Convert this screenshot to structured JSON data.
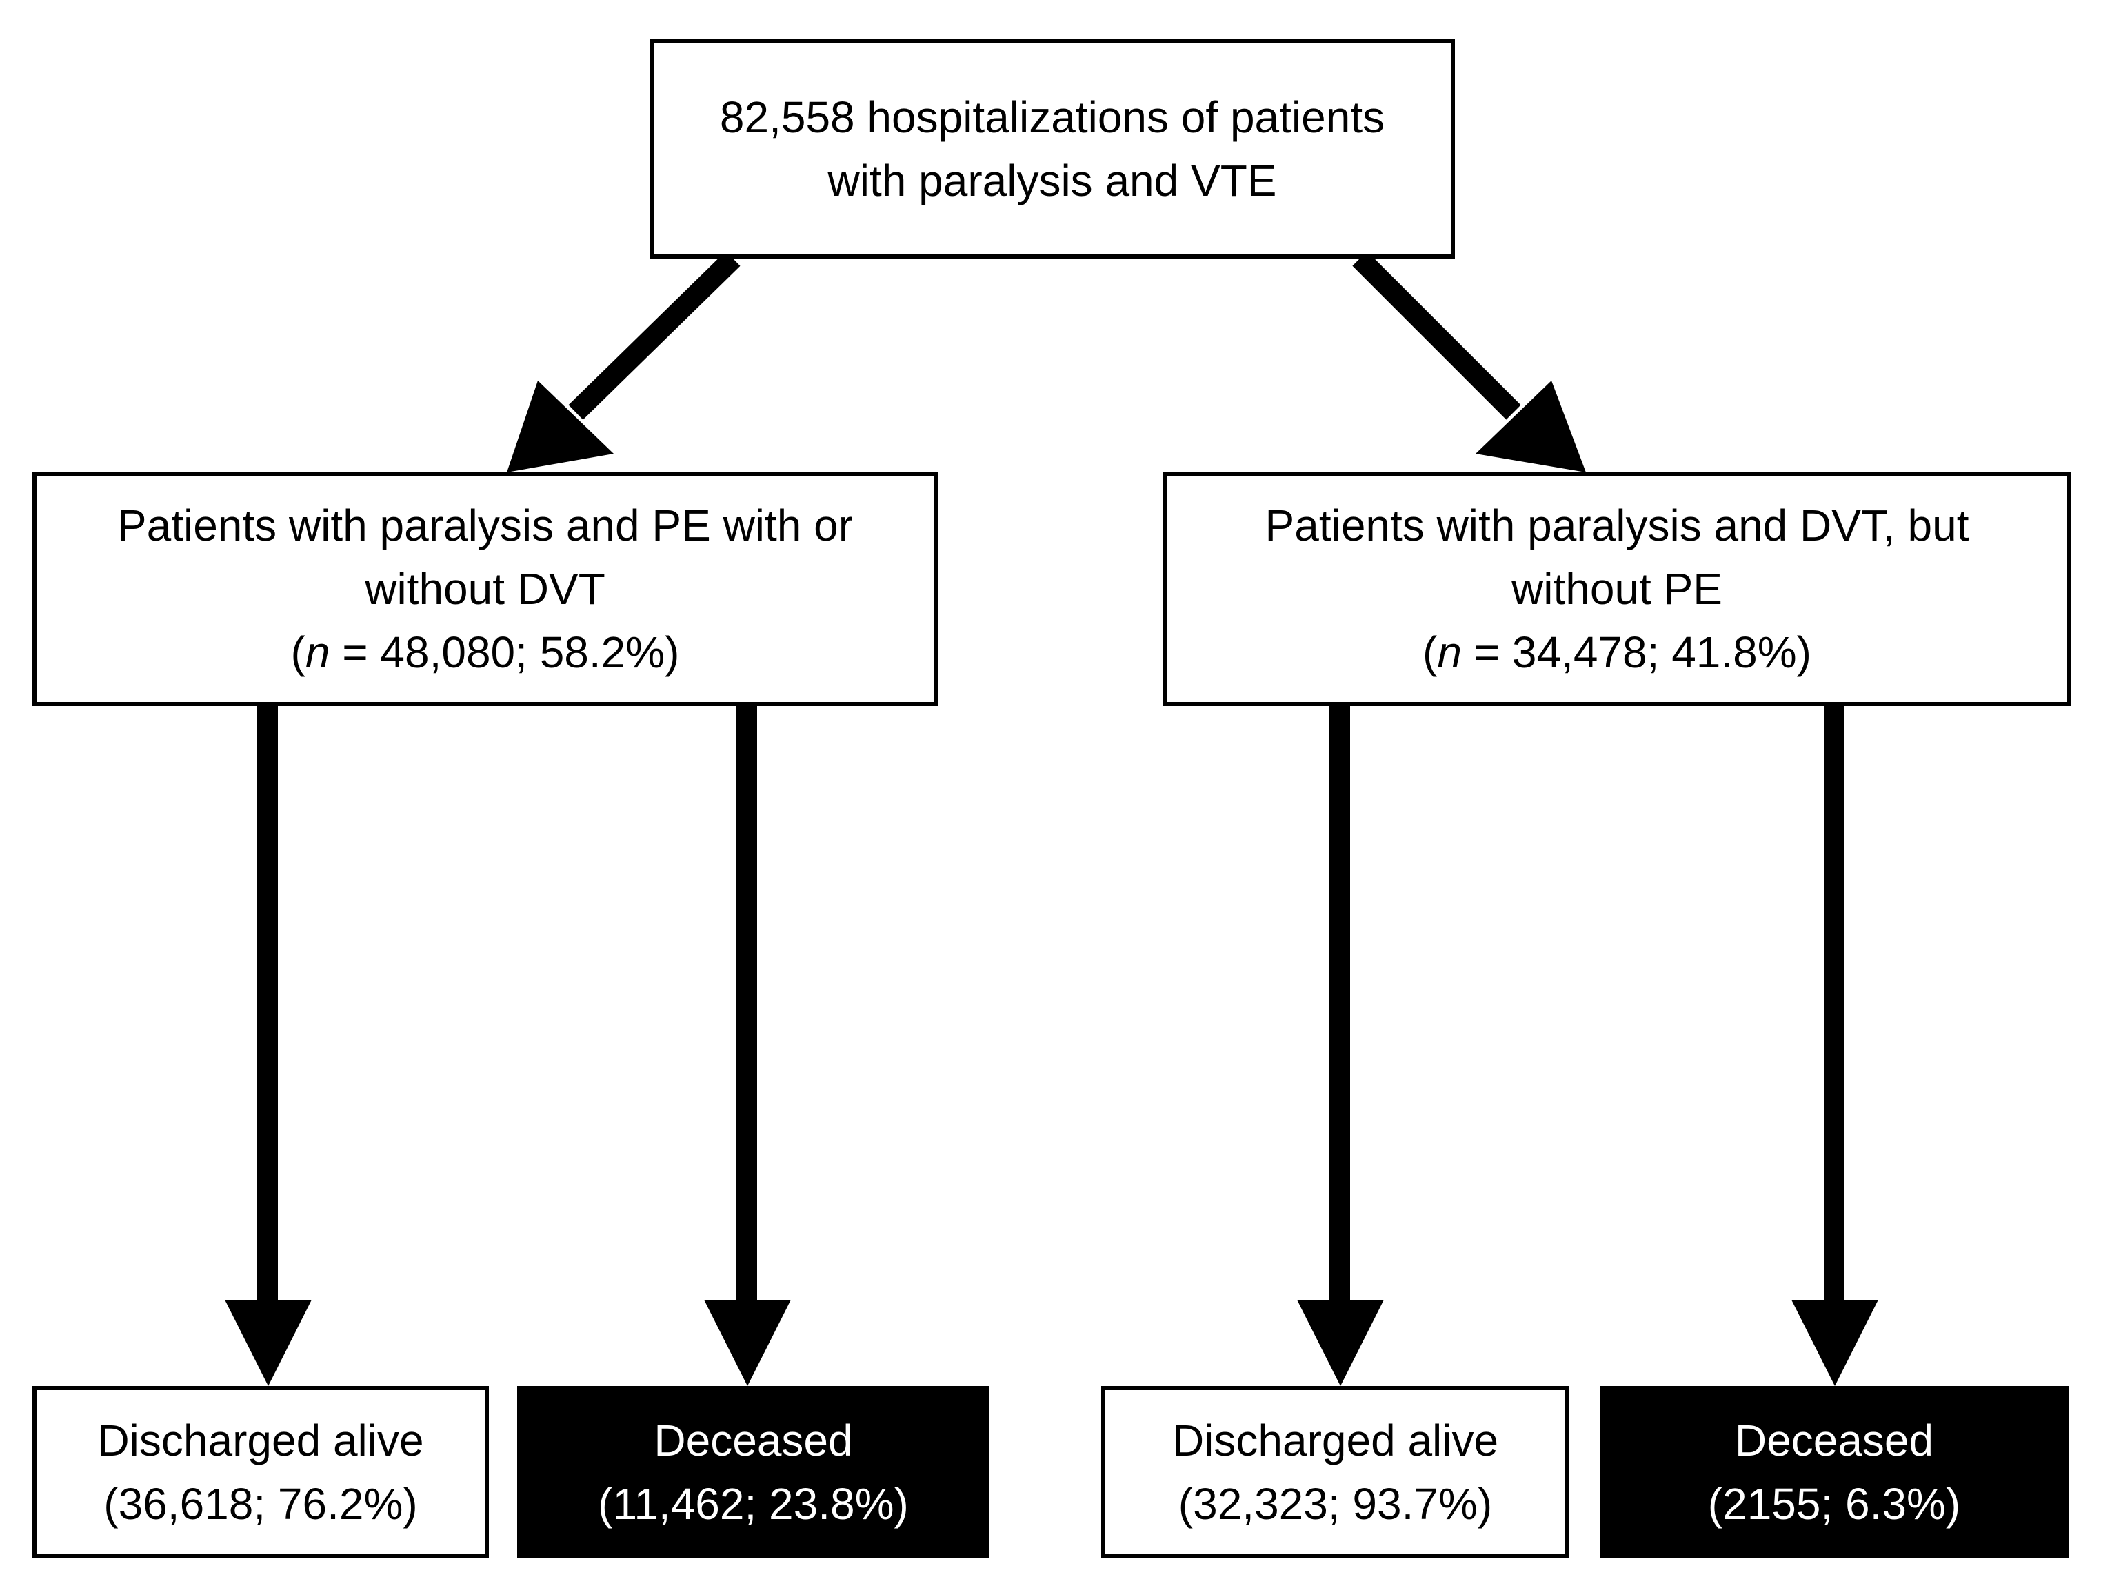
{
  "root": {
    "line1": "82,558 hospitalizations of patients",
    "line2": "with paralysis and VTE"
  },
  "left_group": {
    "line1": "Patients with paralysis and PE with or",
    "line2": "without DVT",
    "n_symbol": "n",
    "n_value": " = 48,080; 58.2%"
  },
  "right_group": {
    "line1": "Patients with paralysis and DVT, but",
    "line2": "without PE",
    "n_symbol": "n",
    "n_value": " = 34,478; 41.8%"
  },
  "outcomes": {
    "left_alive": {
      "label": "Discharged alive",
      "value": "(36,618; 76.2%)"
    },
    "left_dead": {
      "label": "Deceased",
      "value": "(11,462; 23.8%)"
    },
    "right_alive": {
      "label": "Discharged alive",
      "value": "(32,323; 93.7%)"
    },
    "right_dead": {
      "label": "Deceased",
      "value": "(2155; 6.3%)"
    }
  },
  "colors": {
    "stroke": "#000000",
    "box_fill": "#ffffff",
    "deceased_fill": "#000000",
    "deceased_text": "#ffffff"
  }
}
